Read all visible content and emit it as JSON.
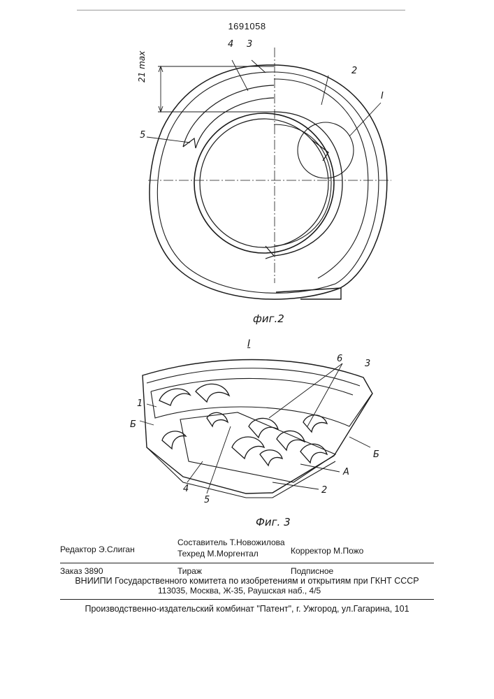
{
  "header": {
    "patent_number": "1691058"
  },
  "figure2": {
    "caption": "фиг.2",
    "dimension": "21 max",
    "labels": {
      "n3": "3",
      "n4": "4",
      "n2": "2",
      "n5": "5",
      "detail": "I"
    }
  },
  "figure3": {
    "detail_title": "I",
    "caption": "Фиг. 3",
    "labels": {
      "n1": "1",
      "b_left": "Б",
      "n6": "6",
      "n3": "3",
      "b_right": "Б",
      "a": "А",
      "n2": "2",
      "n4": "4",
      "n5": "5"
    }
  },
  "imprint": {
    "editor": "Редактор  Э.Слиган",
    "compiler": "Составитель Т.Новожилова",
    "techeditor": "Техред М.Моргентал",
    "corrector": "Корректор  М.Пожо",
    "order": "Заказ  3890",
    "circulation": "Тираж",
    "subscription": "Подписное",
    "org": "ВНИИПИ Государственного комитета по изобретениям и открытиям при ГКНТ СССР",
    "address": "113035, Москва, Ж-35, Раушская наб., 4/5",
    "publisher": "Производственно-издательский комбинат \"Патент\", г. Ужгород, ул.Гагарина, 101"
  }
}
